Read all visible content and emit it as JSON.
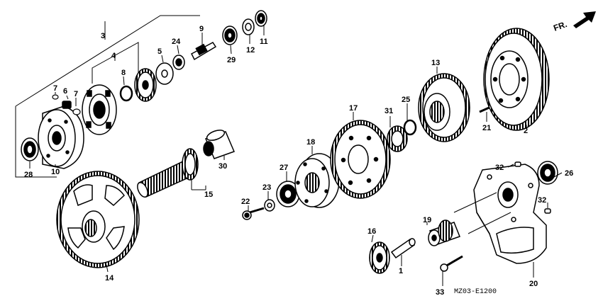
{
  "diagram": {
    "code": "MZ03-E1200",
    "front_marker": "FR.",
    "callouts": [
      "1",
      "2",
      "3",
      "4",
      "5",
      "6",
      "7",
      "7",
      "8",
      "9",
      "10",
      "11",
      "12",
      "13",
      "14",
      "15",
      "16",
      "17",
      "18",
      "19",
      "20",
      "21",
      "22",
      "23",
      "24",
      "25",
      "26",
      "27",
      "28",
      "29",
      "30",
      "31",
      "32",
      "32",
      "33"
    ]
  }
}
